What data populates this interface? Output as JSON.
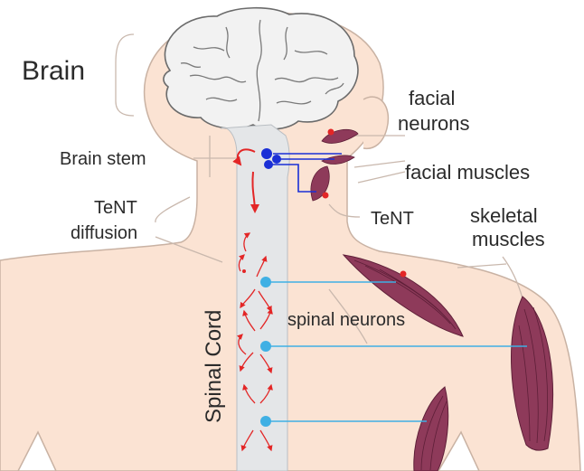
{
  "labels": {
    "brain": "Brain",
    "facial_neurons_line1": "facial",
    "facial_neurons_line2": "neurons",
    "brain_stem": "Brain stem",
    "facial_muscles": "facial muscles",
    "tent_diffusion_line1": "TeNT",
    "tent_diffusion_line2": "diffusion",
    "tent": "TeNT",
    "skeletal_muscles_line1": "skeletal",
    "skeletal_muscles_line2": "muscles",
    "spinal_neurons": "spinal neurons",
    "spinal_cord": "Spinal Cord"
  },
  "colors": {
    "skin": "#fbe3d3",
    "skin_outline": "#c9b2a3",
    "brain": "#f2f2f2",
    "spinal_cord": "#e4e6e8",
    "muscle": "#8e3a5a",
    "muscle_stripe": "#5e1f38",
    "neuron_cyan": "#3fb0e4",
    "neuron_blue": "#1a2fd6",
    "tent_red": "#e32626",
    "leader_line": "#c9b8ad"
  }
}
